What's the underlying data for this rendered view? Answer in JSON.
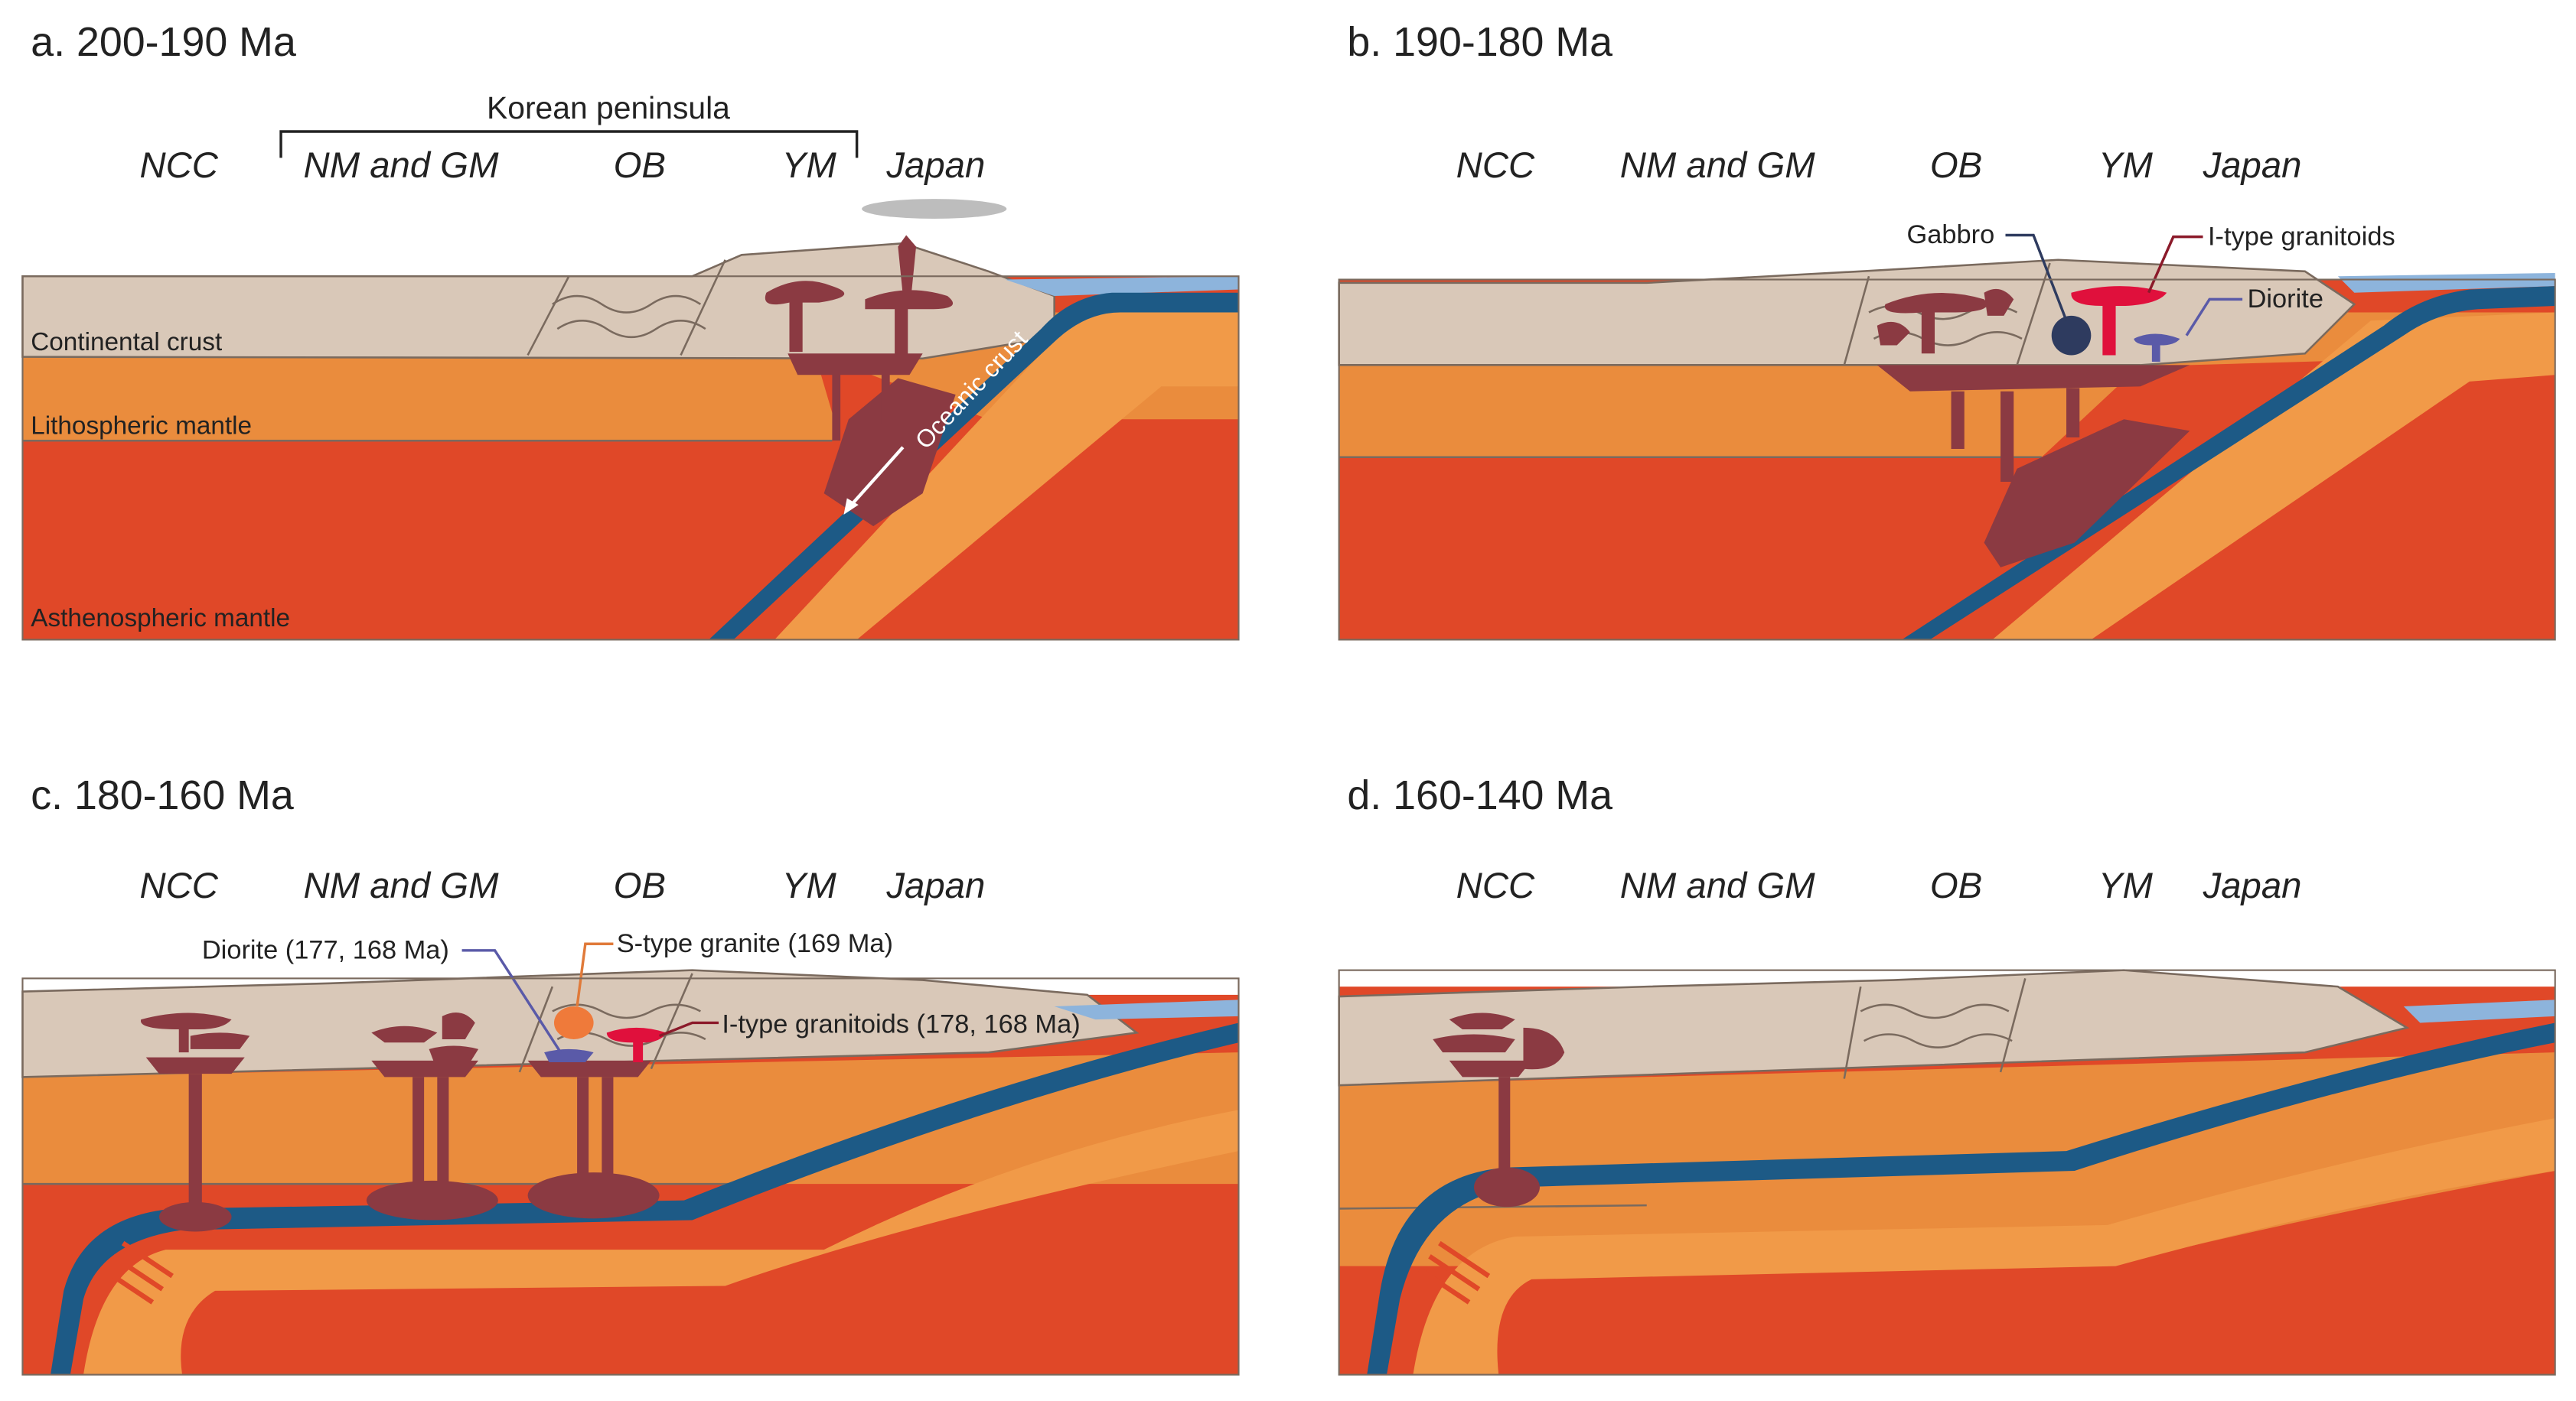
{
  "panels": [
    {
      "id": "a",
      "title": "a. 200-190 Ma"
    },
    {
      "id": "b",
      "title": "b. 190-180 Ma"
    },
    {
      "id": "c",
      "title": "c. 180-160 Ma"
    },
    {
      "id": "d",
      "title": "d. 160-140 Ma"
    }
  ],
  "regions": [
    "NCC",
    "NM and GM",
    "OB",
    "YM",
    "Japan"
  ],
  "bracket_label": "Korean peninsula",
  "layers": {
    "continental": "Continental crust",
    "lithospheric": "Lithospheric mantle",
    "asthenospheric": "Asthenospheric mantle",
    "oceanic": "Oceanic crust"
  },
  "annotations": {
    "b_gabbro": "Gabbro",
    "b_itype": "I-type granitoids",
    "b_diorite": "Diorite",
    "c_diorite": "Diorite (177, 168 Ma)",
    "c_stype": "S-type granite (169 Ma)",
    "c_itype": "I-type granitoids (178, 168 Ma)"
  },
  "colors": {
    "continental_crust": "#d9c8b8",
    "lithospheric_mantle": "#ea8c3d",
    "asthenospheric_mantle": "#e04828",
    "oceanic_crust": "#1d5a86",
    "slab_mantle": "#f19a48",
    "magma": "#8b3a42",
    "i_type_granitoid": "#e0103c",
    "s_type_granite": "#ef7a3a",
    "diorite": "#5a5aa8",
    "gabbro": "#2e3b5f",
    "sea": "#8db4dc",
    "volcanic_plume": "#bdbdbd"
  }
}
